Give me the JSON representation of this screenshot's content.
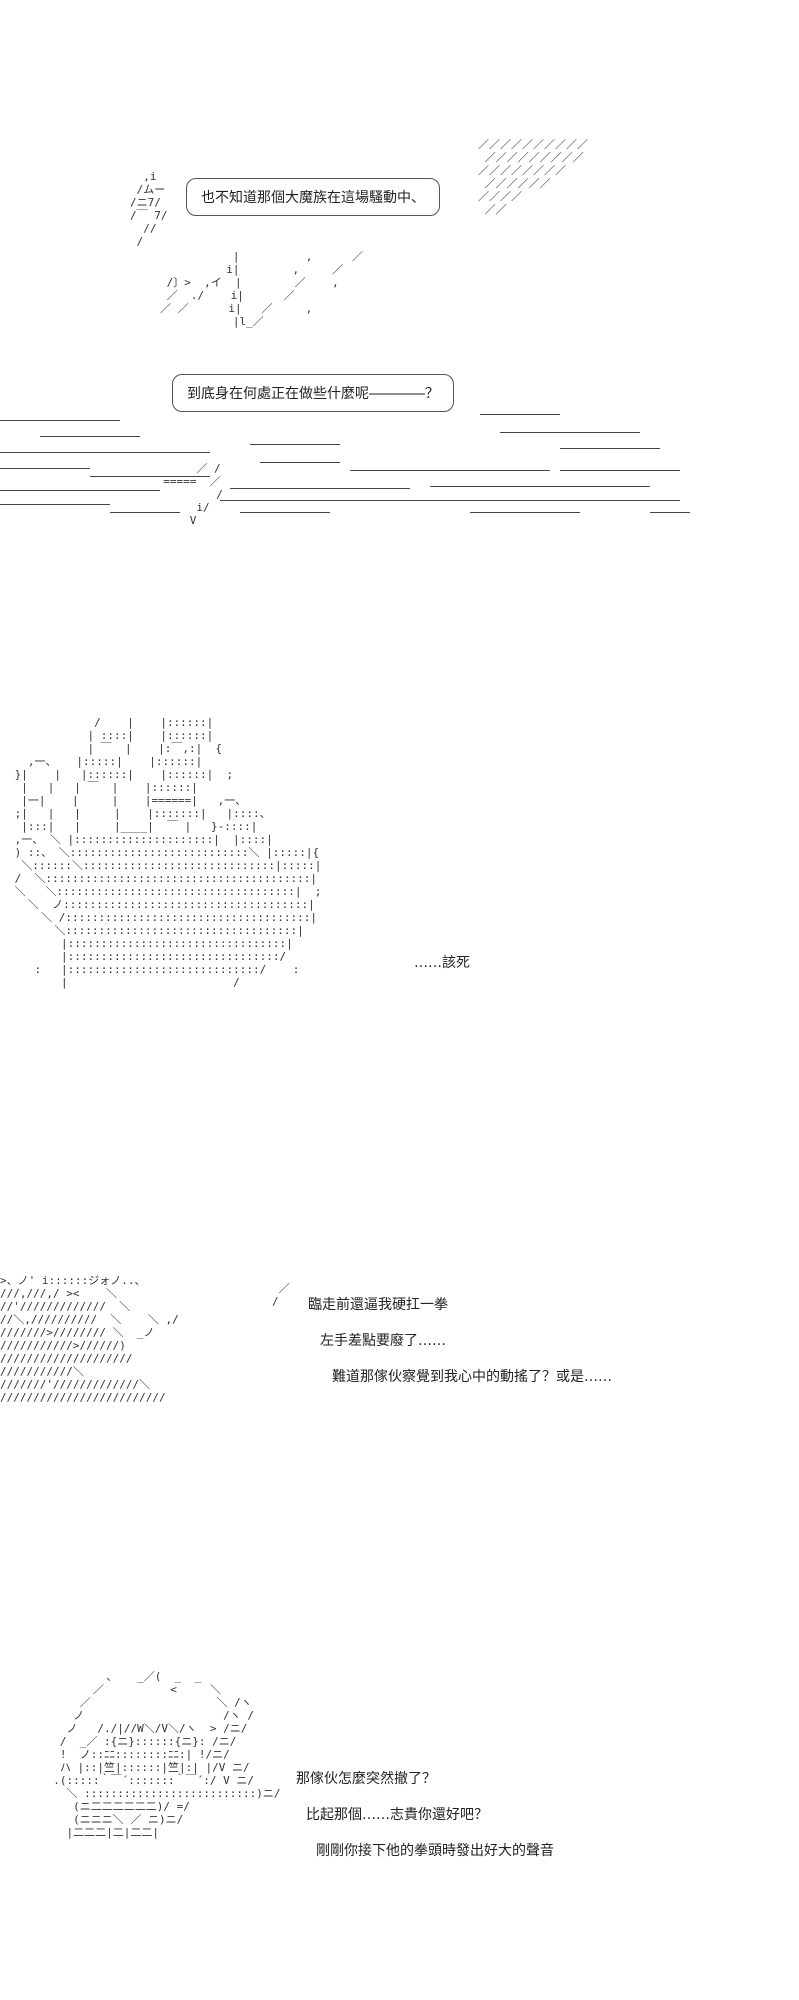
{
  "panel1": {
    "bubble1": "也不知道那個大魔族在這場騷動中、",
    "bubble2": "到底身在何處正在做些什麼呢――――？"
  },
  "panel2": {
    "caption": "……該死"
  },
  "panel3": {
    "line1": "臨走前還逼我硬扛一拳",
    "line2": "左手差點要廢了……",
    "line3": "難道那傢伙察覺到我心中的動搖了？或是……"
  },
  "panel4": {
    "line1": "那傢伙怎麼突然撤了？",
    "line2": "比起那個……志貴你還好吧？",
    "line3": "剛剛你接下他的拳頭時發出好大的聲音"
  }
}
